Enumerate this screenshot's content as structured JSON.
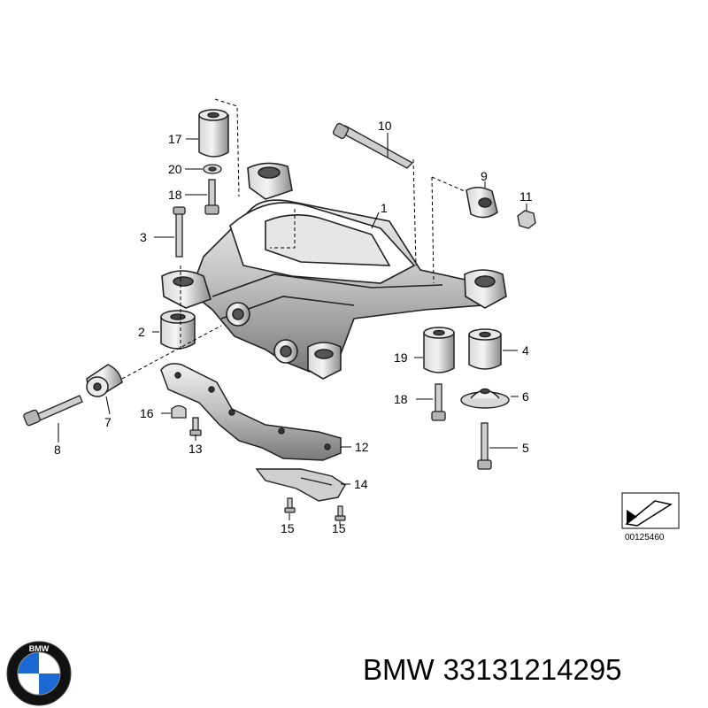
{
  "diagram": {
    "callouts": {
      "c1": "1",
      "c2": "2",
      "c3": "3",
      "c4": "4",
      "c5": "5",
      "c6": "6",
      "c7": "7",
      "c8": "8",
      "c9": "9",
      "c10": "10",
      "c11": "11",
      "c12": "12",
      "c13": "13",
      "c14": "14",
      "c15a": "15",
      "c15b": "15",
      "c16": "16",
      "c17": "17",
      "c18a": "18",
      "c18b": "18",
      "c19": "19",
      "c20": "20"
    },
    "reference_code": "00125460"
  },
  "logo": {
    "letters": "BMW",
    "colors": {
      "blue": "#1c69d4",
      "white": "#ffffff",
      "ring": "#000000"
    }
  },
  "footer": {
    "brand": "BMW",
    "part_number": "33131214295"
  }
}
